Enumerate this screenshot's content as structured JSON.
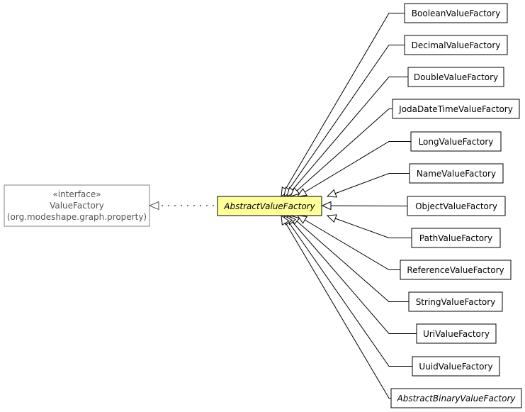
{
  "interface_node": {
    "stereotype": "«interface»",
    "name": "ValueFactory",
    "package": "(org.modeshape.graph.property)"
  },
  "center_node": {
    "name": "AbstractValueFactory"
  },
  "subclasses": [
    {
      "name": "BooleanValueFactory",
      "italic": false
    },
    {
      "name": "DecimalValueFactory",
      "italic": false
    },
    {
      "name": "DoubleValueFactory",
      "italic": false
    },
    {
      "name": "JodaDateTimeValueFactory",
      "italic": false
    },
    {
      "name": "LongValueFactory",
      "italic": false
    },
    {
      "name": "NameValueFactory",
      "italic": false
    },
    {
      "name": "ObjectValueFactory",
      "italic": false
    },
    {
      "name": "PathValueFactory",
      "italic": false
    },
    {
      "name": "ReferenceValueFactory",
      "italic": false
    },
    {
      "name": "StringValueFactory",
      "italic": false
    },
    {
      "name": "UriValueFactory",
      "italic": false
    },
    {
      "name": "UuidValueFactory",
      "italic": false
    },
    {
      "name": "AbstractBinaryValueFactory",
      "italic": true
    }
  ],
  "colors": {
    "center_fill": "#ffff99",
    "interface_stroke": "#808080",
    "interface_text": "#555555"
  }
}
